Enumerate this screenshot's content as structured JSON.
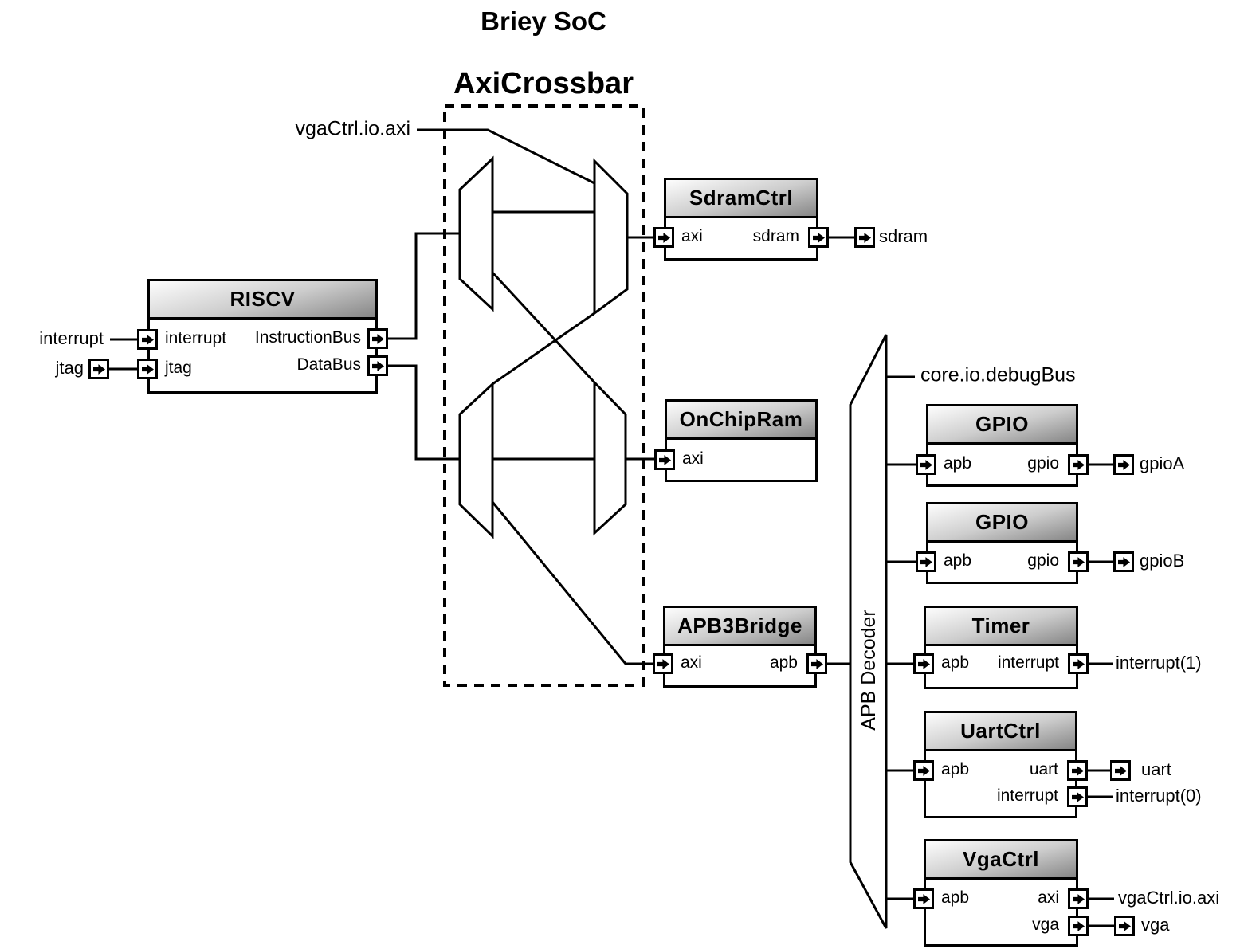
{
  "page": {
    "title": "Briey SoC",
    "crossbar_label": "AxiCrossbar",
    "decoder_label": "APB Decoder"
  },
  "labels": {
    "vga_axi_top": "vgaCtrl.io.axi",
    "interrupt_in": "interrupt",
    "jtag_in": "jtag",
    "sdram_out": "sdram",
    "debug_bus": "core.io.debugBus",
    "gpio_a": "gpioA",
    "gpio_b": "gpioB",
    "interrupt_1": "interrupt(1)",
    "uart_out": "uart",
    "interrupt_0": "interrupt(0)",
    "vga_axi_out": "vgaCtrl.io.axi",
    "vga_out": "vga"
  },
  "blocks": {
    "riscv": {
      "title": "RISCV",
      "port_interrupt": "interrupt",
      "port_jtag": "jtag",
      "port_instruction_bus": "InstructionBus",
      "port_data_bus": "DataBus"
    },
    "sdram_ctrl": {
      "title": "SdramCtrl",
      "port_axi": "axi",
      "port_sdram": "sdram"
    },
    "on_chip_ram": {
      "title": "OnChipRam",
      "port_axi": "axi"
    },
    "apb3_bridge": {
      "title": "APB3Bridge",
      "port_axi": "axi",
      "port_apb": "apb"
    },
    "gpio_a": {
      "title": "GPIO",
      "port_apb": "apb",
      "port_gpio": "gpio"
    },
    "gpio_b": {
      "title": "GPIO",
      "port_apb": "apb",
      "port_gpio": "gpio"
    },
    "timer": {
      "title": "Timer",
      "port_apb": "apb",
      "port_interrupt": "interrupt"
    },
    "uart_ctrl": {
      "title": "UartCtrl",
      "port_apb": "apb",
      "port_uart": "uart",
      "port_interrupt": "interrupt"
    },
    "vga_ctrl": {
      "title": "VgaCtrl",
      "port_apb": "apb",
      "port_axi": "axi",
      "port_vga": "vga"
    }
  },
  "colors": {
    "stroke": "#000000",
    "background": "#ffffff",
    "header_gradient_top": "#fdfdfd",
    "header_gradient_bottom": "#868686"
  }
}
